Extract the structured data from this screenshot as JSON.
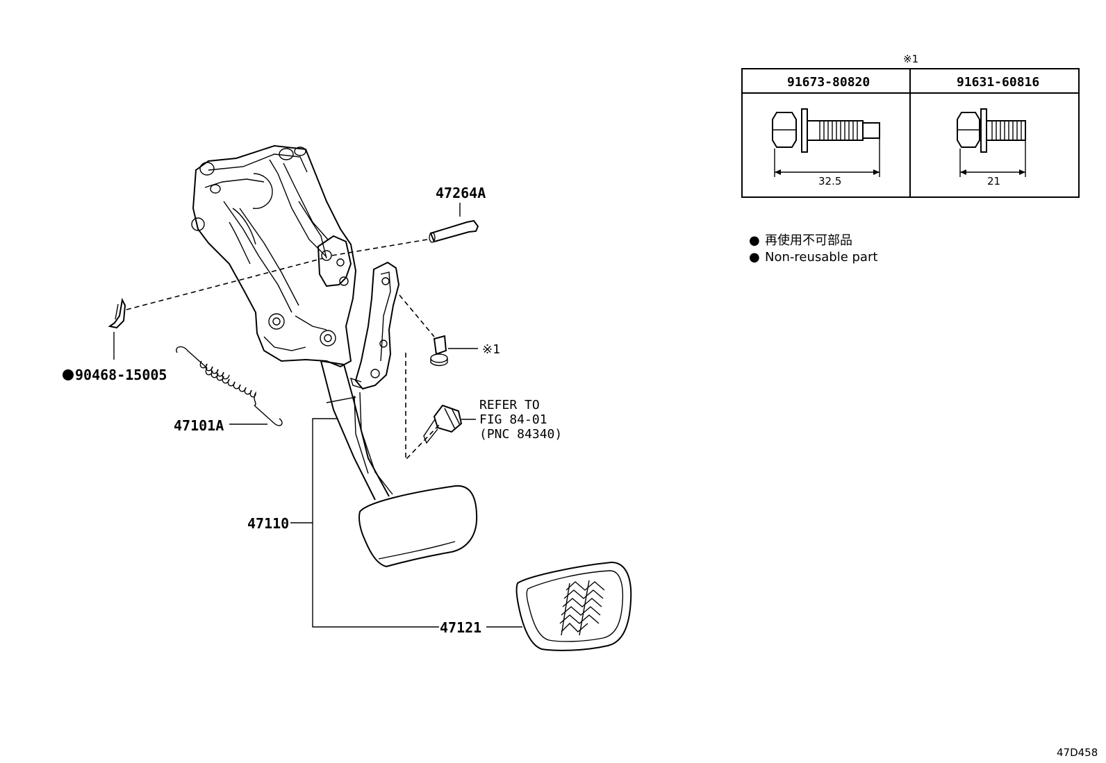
{
  "colors": {
    "ink": "#000000",
    "paper": "#ffffff"
  },
  "callouts": {
    "clip": "90468-15005",
    "clip_marker": "●",
    "pin": "47264A",
    "spring": "47101A",
    "pedal_arm": "47110",
    "pedal_pad": "47121",
    "bolt_ref": "※1",
    "switch_ref": [
      "REFER TO",
      "FIG 84-01",
      "(PNC 84340)"
    ]
  },
  "bolt_table": {
    "title": "※1",
    "columns": [
      {
        "part": "91673-80820",
        "length": "32.5"
      },
      {
        "part": "91631-60816",
        "length": "21"
      }
    ]
  },
  "legend": [
    {
      "marker": "●",
      "text": "再使用不可部品"
    },
    {
      "marker": "●",
      "text": "Non-reusable part"
    }
  ],
  "diagram_code": "47D458"
}
